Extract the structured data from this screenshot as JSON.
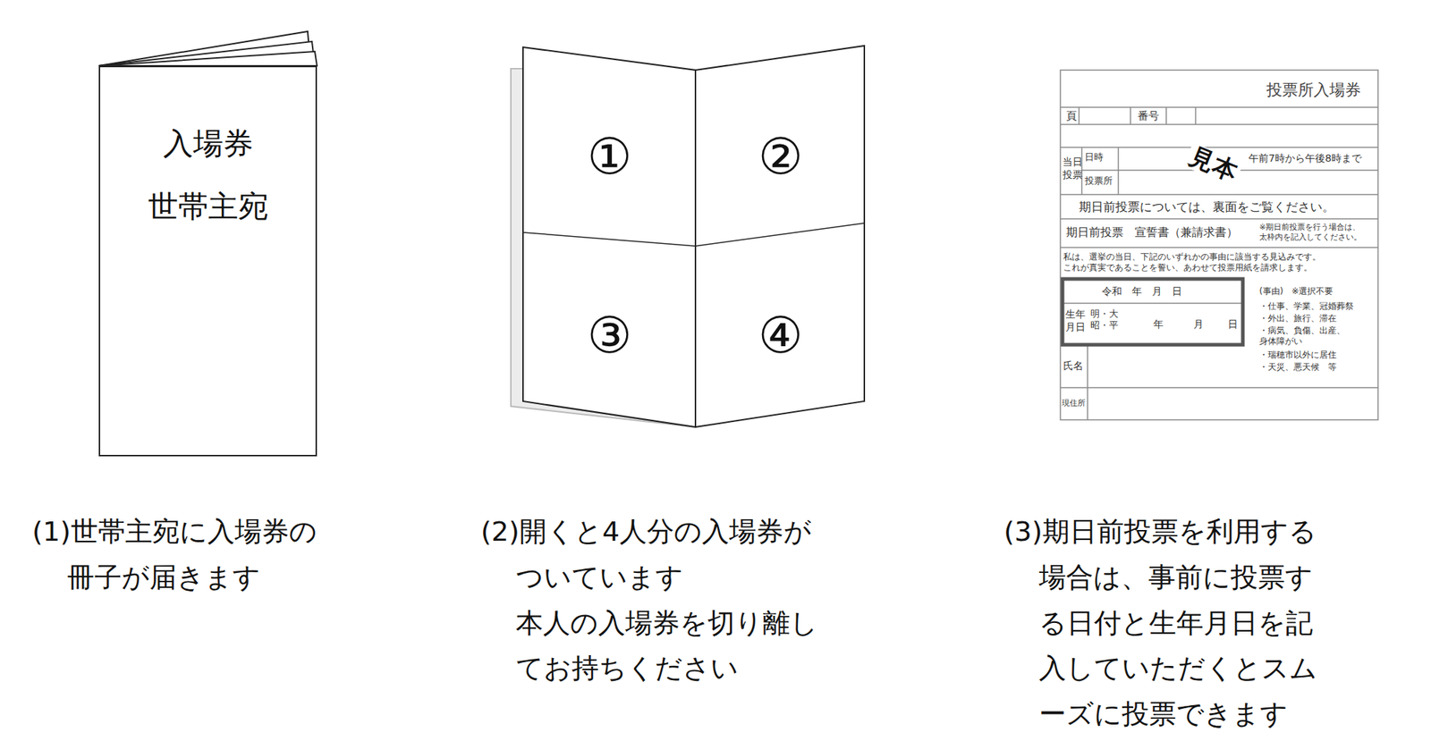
{
  "diagram": {
    "nodes": [
      {
        "text": [
          "入場券",
          "世帯主宛"
        ]
      },
      {
        "text": [
          "①"
        ]
      },
      {
        "text": [
          "②"
        ]
      },
      {
        "text": [
          "③"
        ]
      },
      {
        "text": [
          "④"
        ]
      }
    ],
    "labels": [
      "投票所入場券",
      "頁",
      "番号",
      "当日 投票",
      "日時",
      "投票所",
      "午前7時から午後8時まで",
      "見本",
      "期日前投票については、裏面をご覧ください。",
      "期日前投票　宣誓書（兼請求書）",
      "※期日前投票を行う場合は、 太枠内を記入してください。",
      "私は、選挙の当日、下記のいずれかの事由に該当する見込みです。 これが真実であることを誓い、あわせて投票用紙を請求します。",
      "令和　年　月　日",
      "生年 月日",
      "明・大 昭・平",
      "年",
      "月",
      "日",
      "(事由)　※選択不要",
      "・仕事、学業、冠婚葬祭",
      "・外出、旅行、滞在",
      "・病気、負傷、出産、 身体障がい",
      "・瑞穂市以外に居住",
      "・天災、悪天候　等",
      "氏名",
      "現住所",
      "(1)世帯主宛に入場券の 冊子が届きます",
      "(2)開くと4人分の入場券が ついています 本人の入場券を切り離し てお持ちください",
      "(3)期日前投票を利用する 場合は、事前に投票す る日付と生年月日を記 入していただくとスム ーズに投票できます"
    ]
  }
}
